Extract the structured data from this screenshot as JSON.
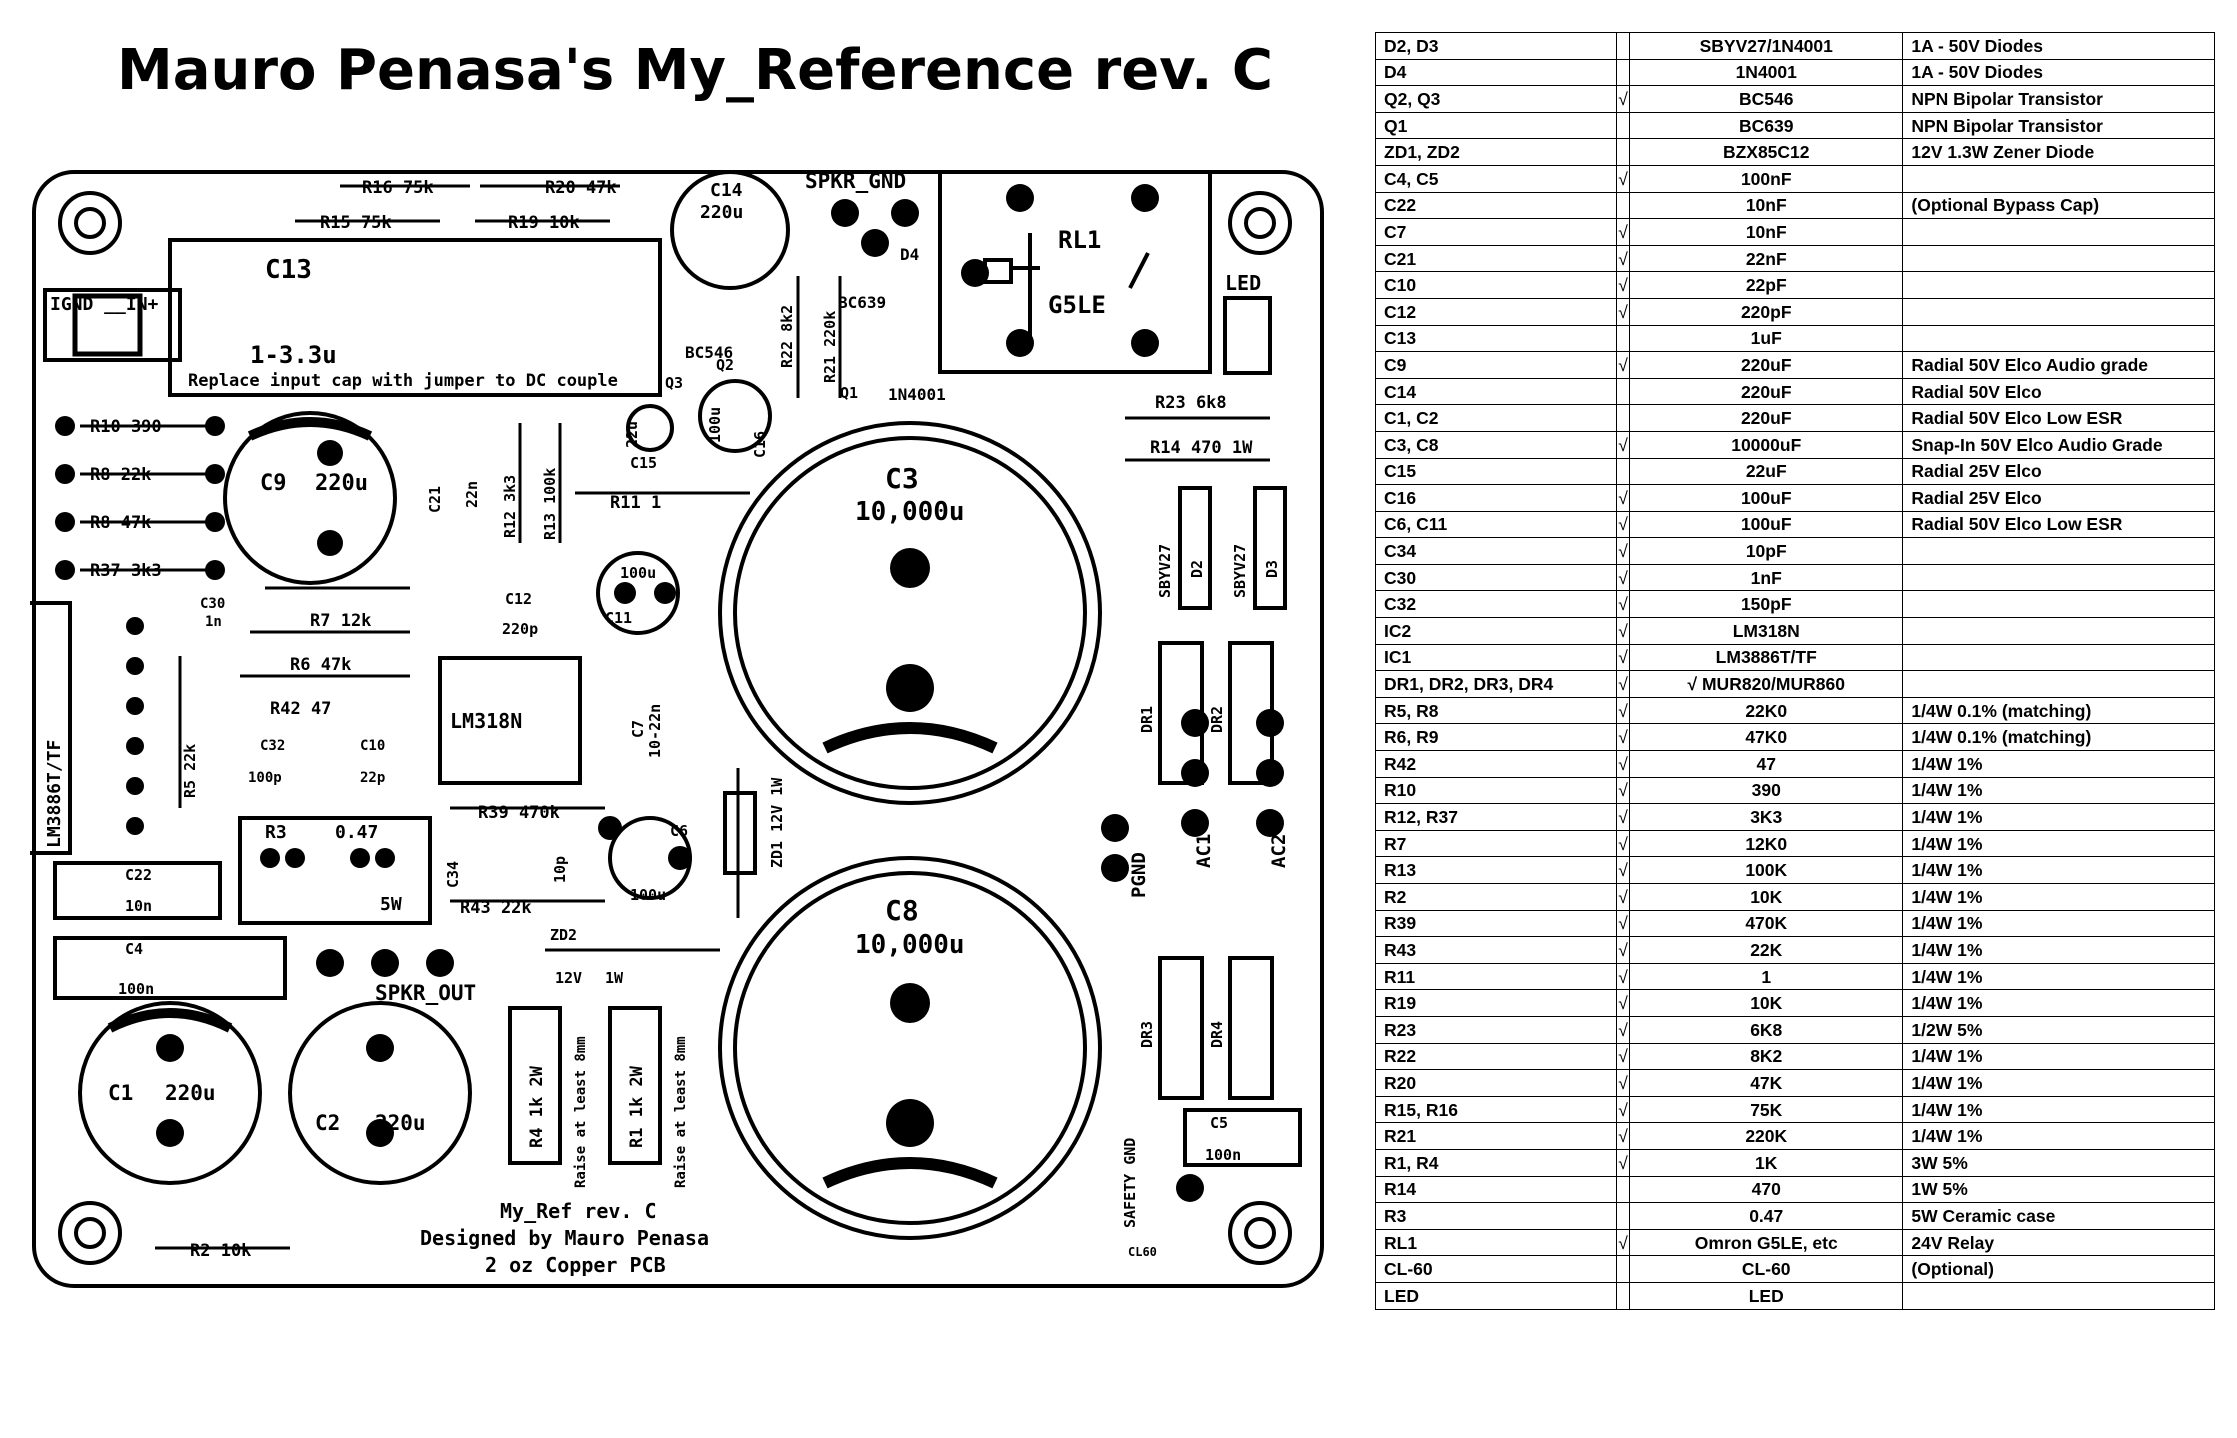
{
  "title": "Mauro Penasa's My_Reference rev. C",
  "pcb": {
    "input_conn": "IGND __IN+",
    "c13": {
      "ref": "C13",
      "value": "1-3.3u",
      "note": "Replace input cap with jumper to DC couple"
    },
    "r16": "R16 75k",
    "r15": "R15 75k",
    "r20": "R20 47k",
    "r19": "R19 10k",
    "c14": {
      "ref": "C14",
      "value": "220u"
    },
    "spkr_gnd": "SPKR_GND",
    "rl1": {
      "ref": "RL1",
      "type": "G5LE"
    },
    "led": "LED",
    "r22": "R22 8k2",
    "r21": "R21 220k",
    "bc639": "BC639",
    "bc546": "BC546",
    "q1": "Q1",
    "q2": "Q2",
    "q3": "Q3",
    "d4": "D4",
    "d4_part": "1N4001",
    "r10": "R10 390",
    "r8a": "R8 22k",
    "r8b": "R8 47k",
    "r37": "R37 3k3",
    "c9": {
      "ref": "C9",
      "value": "220u"
    },
    "c21": {
      "ref": "C21",
      "value": "22n"
    },
    "r12": "R12 3k3",
    "r13": "R13 100k",
    "c15": {
      "ref": "C15",
      "value": "22u"
    },
    "c16": {
      "ref": "C16",
      "value": "100u"
    },
    "r23": "R23 6k8",
    "r14": "R14 470 1W",
    "r11": "R11 1",
    "c3": {
      "ref": "C3",
      "value": "10,000u"
    },
    "c8": {
      "ref": "C8",
      "value": "10,000u"
    },
    "c11": {
      "ref": "C11",
      "value": "100u"
    },
    "c30": {
      "ref": "C30",
      "value": "1n"
    },
    "r7": "R7 12k",
    "c12": {
      "ref": "C12",
      "value": "220p"
    },
    "d2": {
      "ref": "D2",
      "part": "SBYV27"
    },
    "d3": {
      "ref": "D3",
      "part": "SBYV27"
    },
    "r6": "R6 47k",
    "r42": "R42 47",
    "r5": "R5 22k",
    "ic1": "LM3886T/TF",
    "ic2": "LM318N",
    "c7": {
      "ref": "C7",
      "value": "10-22n"
    },
    "c32": {
      "ref": "C32",
      "value": "100p"
    },
    "c10": {
      "ref": "C10",
      "value": "22p"
    },
    "dr": [
      "DR1",
      "DR2",
      "DR3",
      "DR4"
    ],
    "r39": "R39 470k",
    "c6": {
      "ref": "C6",
      "value": "100u"
    },
    "zd1": "ZD1 12V 1W",
    "pgnd": "PGND",
    "ac1": "AC1",
    "ac2": "AC2",
    "r3": {
      "ref": "R3",
      "value": "0.47",
      "power": "5W"
    },
    "c34": {
      "ref": "C34",
      "value": "10p"
    },
    "r43": "R43 22k",
    "c22": {
      "ref": "C22",
      "value": "10n"
    },
    "c4": {
      "ref": "C4",
      "value": "100n"
    },
    "zd2": {
      "ref": "ZD2",
      "value": "12V",
      "power": "1W"
    },
    "spkr_out": "SPKR_OUT",
    "c1": {
      "ref": "C1",
      "value": "220u"
    },
    "c2": {
      "ref": "C2",
      "value": "220u"
    },
    "r4": "R4 1k 2W",
    "r1": "R1 1k 2W",
    "raise_note": "Raise at least 8mm",
    "c5": {
      "ref": "C5",
      "value": "100n"
    },
    "safety_gnd": "SAFETY GND",
    "cl60": "CL60",
    "r2": "R2 10k",
    "footer": [
      "My_Ref rev. C",
      "Designed by Mauro Penasa",
      "2 oz Copper PCB"
    ]
  },
  "bom": [
    {
      "ref": "D2, D3",
      "check": "",
      "value": "SBYV27/1N4001",
      "desc": "1A - 50V Diodes"
    },
    {
      "ref": "D4",
      "check": "",
      "value": "1N4001",
      "desc": "1A - 50V Diodes"
    },
    {
      "ref": "Q2, Q3",
      "check": "√",
      "value": "BC546",
      "desc": "NPN Bipolar Transistor"
    },
    {
      "ref": "Q1",
      "check": "",
      "value": "BC639",
      "desc": "NPN Bipolar Transistor"
    },
    {
      "ref": "ZD1, ZD2",
      "check": "",
      "value": "BZX85C12",
      "desc": "12V 1.3W Zener Diode"
    },
    {
      "ref": "C4, C5",
      "check": "√",
      "value": "100nF",
      "desc": ""
    },
    {
      "ref": "C22",
      "check": "",
      "value": "10nF",
      "desc": "(Optional Bypass Cap)"
    },
    {
      "ref": "C7",
      "check": "√",
      "value": "10nF",
      "desc": ""
    },
    {
      "ref": "C21",
      "check": "√",
      "value": "22nF",
      "desc": ""
    },
    {
      "ref": "C10",
      "check": "√",
      "value": "22pF",
      "desc": ""
    },
    {
      "ref": "C12",
      "check": "√",
      "value": "220pF",
      "desc": ""
    },
    {
      "ref": "C13",
      "check": "",
      "value": "1uF",
      "desc": ""
    },
    {
      "ref": "C9",
      "check": "√",
      "value": "220uF",
      "desc": "Radial 50V Elco Audio grade"
    },
    {
      "ref": "C14",
      "check": "",
      "value": "220uF",
      "desc": "Radial 50V Elco"
    },
    {
      "ref": "C1, C2",
      "check": "",
      "value": "220uF",
      "desc": "Radial 50V Elco Low ESR"
    },
    {
      "ref": "C3, C8",
      "check": "√",
      "value": "10000uF",
      "desc": "Snap-In 50V Elco Audio Grade"
    },
    {
      "ref": "C15",
      "check": "",
      "value": "22uF",
      "desc": "Radial 25V Elco"
    },
    {
      "ref": "C16",
      "check": "√",
      "value": "100uF",
      "desc": "Radial 25V Elco"
    },
    {
      "ref": "C6, C11",
      "check": "√",
      "value": "100uF",
      "desc": "Radial 50V Elco Low ESR"
    },
    {
      "ref": "C34",
      "check": "√",
      "value": "10pF",
      "desc": ""
    },
    {
      "ref": "C30",
      "check": "√",
      "value": "1nF",
      "desc": ""
    },
    {
      "ref": "C32",
      "check": "√",
      "value": "150pF",
      "desc": ""
    },
    {
      "ref": "IC2",
      "check": "√",
      "value": "LM318N",
      "desc": ""
    },
    {
      "ref": "IC1",
      "check": "√",
      "value": "LM3886T/TF",
      "desc": ""
    },
    {
      "ref": "DR1, DR2, DR3, DR4",
      "check": "√",
      "value": "√ MUR820/MUR860",
      "desc": ""
    },
    {
      "ref": "R5, R8",
      "check": "√",
      "value": "22K0",
      "desc": "1/4W 0.1% (matching)"
    },
    {
      "ref": "R6, R9",
      "check": "√",
      "value": "47K0",
      "desc": "1/4W 0.1% (matching)"
    },
    {
      "ref": "R42",
      "check": "√",
      "value": "47",
      "desc": "1/4W 1%"
    },
    {
      "ref": "R10",
      "check": "√",
      "value": "390",
      "desc": "1/4W 1%"
    },
    {
      "ref": "R12, R37",
      "check": "√",
      "value": "3K3",
      "desc": "1/4W 1%"
    },
    {
      "ref": "R7",
      "check": "√",
      "value": "12K0",
      "desc": "1/4W 1%"
    },
    {
      "ref": "R13",
      "check": "√",
      "value": "100K",
      "desc": "1/4W 1%"
    },
    {
      "ref": "R2",
      "check": "√",
      "value": "10K",
      "desc": "1/4W 1%"
    },
    {
      "ref": "R39",
      "check": "√",
      "value": "470K",
      "desc": "1/4W 1%"
    },
    {
      "ref": "R43",
      "check": "√",
      "value": "22K",
      "desc": "1/4W 1%"
    },
    {
      "ref": "R11",
      "check": "√",
      "value": "1",
      "desc": "1/4W 1%"
    },
    {
      "ref": "R19",
      "check": "√",
      "value": "10K",
      "desc": "1/4W 1%"
    },
    {
      "ref": "R23",
      "check": "√",
      "value": "6K8",
      "desc": "1/2W 5%"
    },
    {
      "ref": "R22",
      "check": "√",
      "value": "8K2",
      "desc": "1/4W 1%"
    },
    {
      "ref": "R20",
      "check": "√",
      "value": "47K",
      "desc": "1/4W 1%"
    },
    {
      "ref": "R15, R16",
      "check": "√",
      "value": "75K",
      "desc": "1/4W 1%"
    },
    {
      "ref": "R21",
      "check": "√",
      "value": "220K",
      "desc": "1/4W 1%"
    },
    {
      "ref": "R1, R4",
      "check": "√",
      "value": "1K",
      "desc": "3W 5%"
    },
    {
      "ref": "R14",
      "check": "",
      "value": "470",
      "desc": "1W 5%"
    },
    {
      "ref": "R3",
      "check": "",
      "value": "0.47",
      "desc": "5W Ceramic case"
    },
    {
      "ref": "RL1",
      "check": "√",
      "value": "Omron G5LE, etc",
      "desc": "24V Relay"
    },
    {
      "ref": "CL-60",
      "check": "",
      "value": "CL-60",
      "desc": "(Optional)"
    },
    {
      "ref": "LED",
      "check": "",
      "value": "LED",
      "desc": ""
    }
  ]
}
